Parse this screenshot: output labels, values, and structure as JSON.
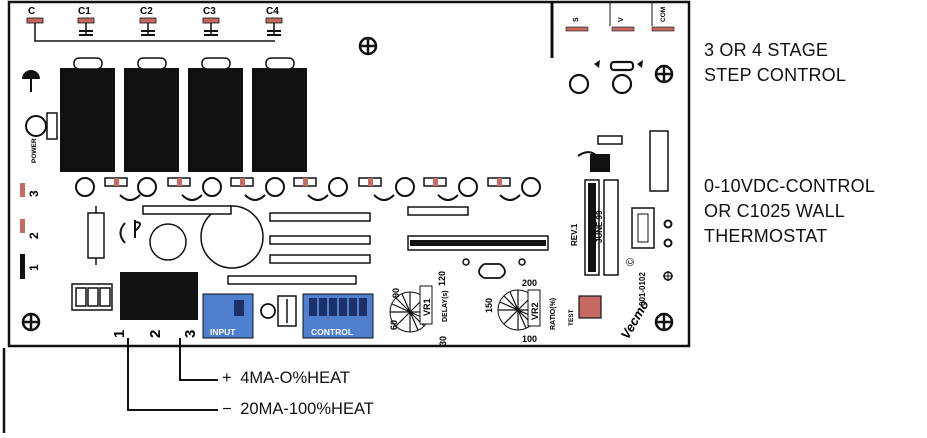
{
  "board": {
    "cap_labels": [
      "C",
      "C1",
      "C2",
      "C3",
      "C4"
    ],
    "terminal_labels": [
      "S",
      "V",
      "COM"
    ],
    "power_label": "POWER",
    "stage_marks": [
      "3",
      "2",
      "1"
    ],
    "input_label": "INPUT",
    "control_label": "CONTROL",
    "terminal_numbers": [
      "1",
      "2",
      "3"
    ],
    "vr1": {
      "name": "VR1",
      "unit": "DELAY(s)",
      "scale": [
        "90",
        "120",
        "60",
        "30"
      ]
    },
    "vr2": {
      "name": "VR2",
      "unit": "RATIO(%)",
      "scale": [
        "150",
        "200",
        "100"
      ]
    },
    "test_label": "TEST",
    "rev_label": "REV.1",
    "date_label": "JUNE 99",
    "part_number": "001-0102",
    "brand": "Vecmo",
    "copyright": "©"
  },
  "side_notes": [
    {
      "lines": [
        "3 OR 4 STAGE",
        "STEP CONTROL"
      ]
    },
    {
      "lines": [
        "0-10VDC-CONTROL",
        "OR C1025 WALL",
        "THERMOSTAT"
      ]
    }
  ],
  "wires": [
    {
      "sign": "+",
      "text": "4MA-O%HEAT"
    },
    {
      "sign": "−",
      "text": "20MA-100%HEAT"
    }
  ],
  "colors": {
    "dip_blue": "#4f7fcf",
    "test_red": "#c46a63",
    "relay": "#111111",
    "cap_red": "#c46a63"
  }
}
